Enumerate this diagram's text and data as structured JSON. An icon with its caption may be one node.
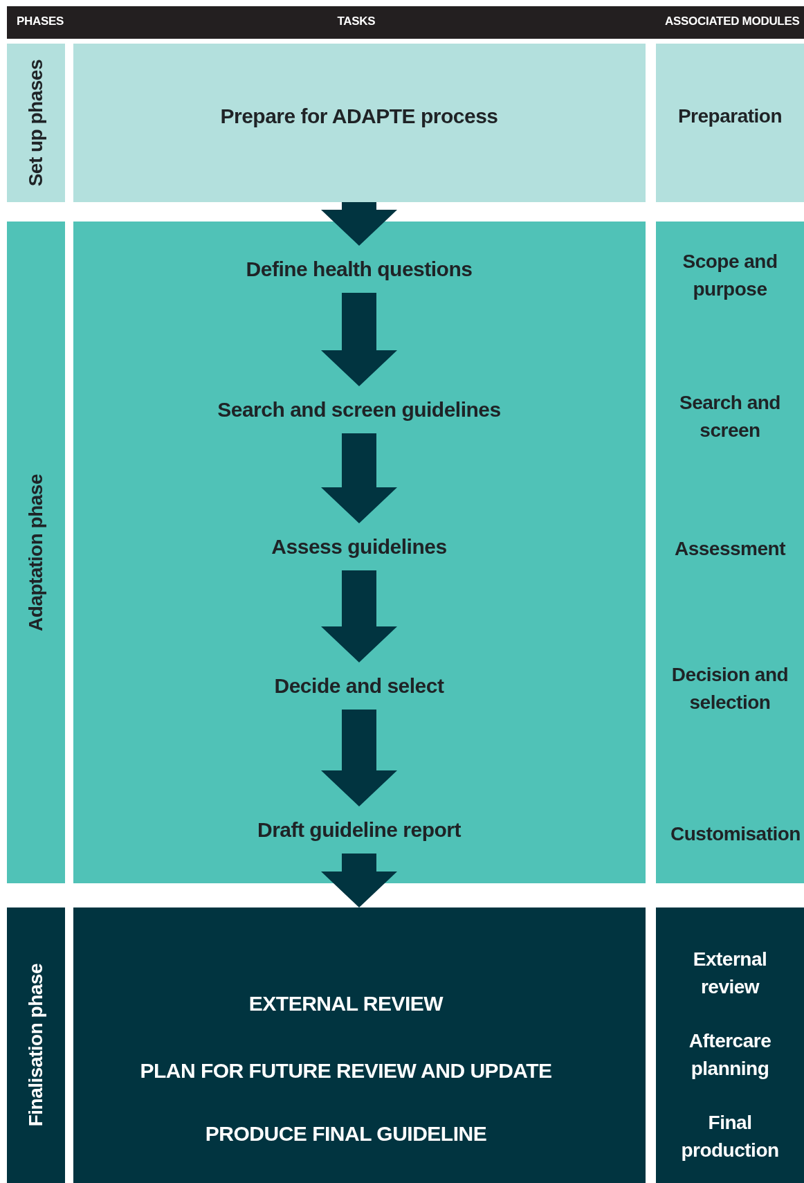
{
  "diagram": {
    "nodes": [
      {
        "text": [
          "Set up phases"
        ]
      },
      {
        "text": [
          "Prepare for ADAPTE process"
        ]
      },
      {
        "text": [
          "Preparation"
        ]
      },
      {
        "text": [
          "Adaptation phase"
        ]
      },
      {
        "text": [],
        "shape": "box"
      },
      {
        "text": [
          "Define health questions"
        ],
        "in": 4
      },
      {
        "text": [
          "Search and screen guidelines"
        ],
        "in": 4
      },
      {
        "text": [
          "Assess guidelines"
        ],
        "in": 4
      },
      {
        "text": [
          "Decide and select"
        ],
        "in": 4
      },
      {
        "text": [
          "Draft guideline report"
        ],
        "in": 4
      },
      {
        "text": [
          "Scope and purpose",
          "Search and screen",
          "Assessment",
          "Decision and selection",
          "Customisation"
        ]
      },
      {
        "text": [
          "Finalisation phase"
        ]
      },
      {
        "text": [
          "EXTERNAL REVIEW",
          "PLAN FOR FUTURE REVIEW AND UPDATE",
          "PRODUCE FINAL GUIDELINE"
        ]
      },
      {
        "text": [
          "External review",
          "Aftercare planning",
          "Final production"
        ]
      }
    ],
    "edges": [
      {
        "from": 1,
        "to": 5,
        "arrow": "to"
      },
      {
        "from": 5,
        "to": 6,
        "arrow": "to"
      },
      {
        "from": 6,
        "to": 7,
        "arrow": "to"
      },
      {
        "from": 7,
        "to": 8,
        "arrow": "to"
      },
      {
        "from": 8,
        "to": 9,
        "arrow": "to"
      },
      {
        "from": 9,
        "to": 12,
        "arrow": "to"
      }
    ],
    "labels": [
      "PHASES",
      "TASKS",
      "ASSOCIATED MODULES"
    ]
  }
}
